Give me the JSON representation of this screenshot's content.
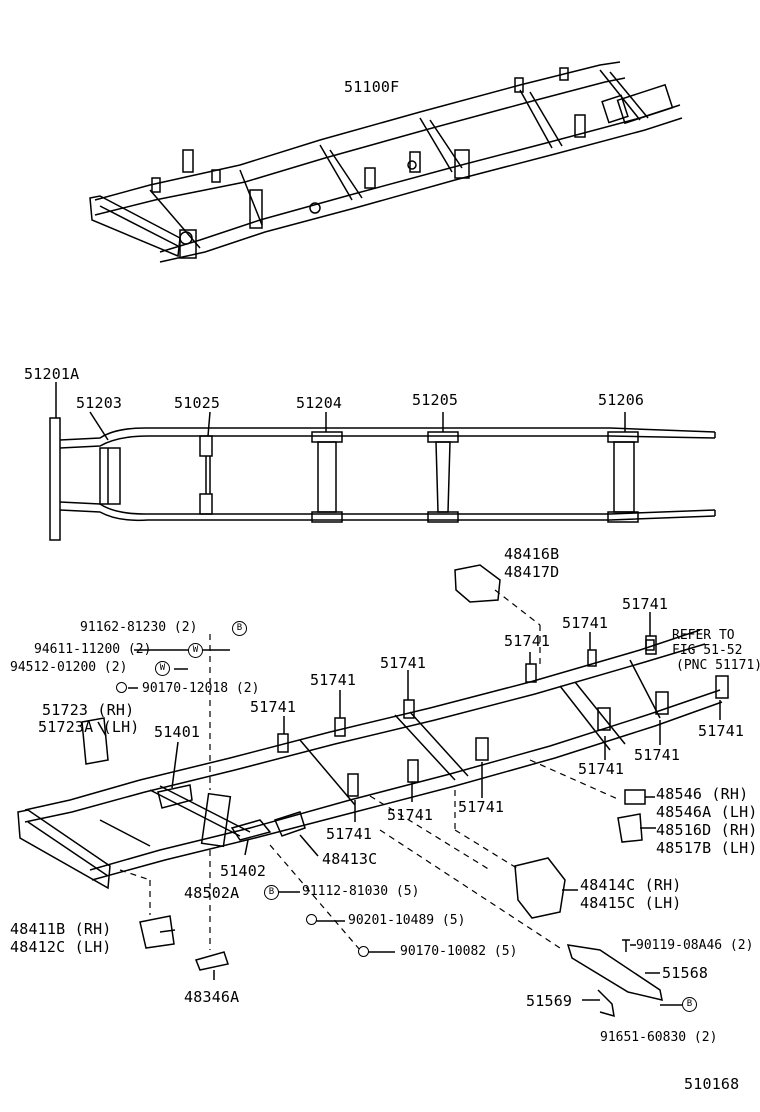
{
  "diagram_code": "510168",
  "labels": {
    "top_frame": "51100F",
    "p51201A": "51201A",
    "p51203": "51203",
    "p51025": "51025",
    "p51204": "51204",
    "p51205": "51205",
    "p51206": "51206",
    "p48416B": "48416B",
    "p48417D": "48417D",
    "p51741": "51741",
    "refer1": "REFER TO",
    "refer2": "FIG 51-52",
    "refer3": "(PNC 51171)",
    "p91162": "91162-81230 (2)",
    "p94611": "94611-11200 (2)",
    "p94512": "94512-01200 (2)",
    "p90170a": "90170-12018 (2)",
    "p51723": "51723  (RH)",
    "p51723A": "51723A (LH)",
    "p51401": "51401",
    "p51402": "51402",
    "p48502A": "48502A",
    "p48413C": "48413C",
    "p48546": "48546  (RH)",
    "p48546A": "48546A (LH)",
    "p48516D": "48516D (RH)",
    "p48517B": "48517B (LH)",
    "p48414C": "48414C (RH)",
    "p48415C": "48415C (LH)",
    "p91112": "91112-81030 (5)",
    "p90201": "90201-10489 (5)",
    "p90170b": "90170-10082 (5)",
    "p90119": "90119-08A46 (2)",
    "p51568": "51568",
    "p51569": "51569",
    "p91651": "91651-60830 (2)",
    "p48411B": "48411B (RH)",
    "p48412C": "48412C (LH)",
    "p48346A": "48346A"
  },
  "markers": {
    "b": "B",
    "w": "W",
    "dot": ""
  }
}
